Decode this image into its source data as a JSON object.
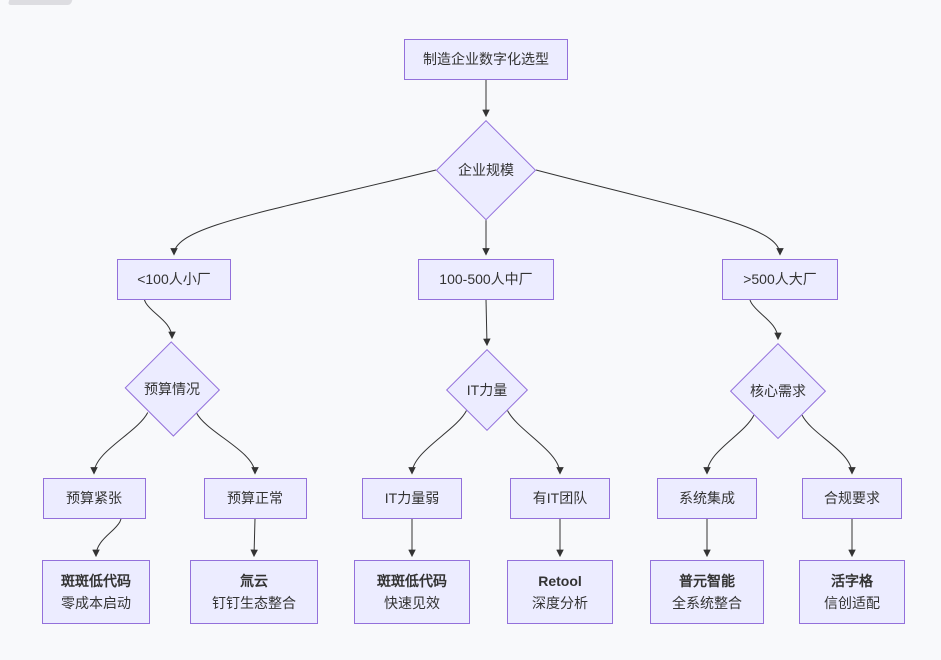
{
  "diagram": {
    "title": "制造企业数字化选型",
    "colors": {
      "background": "#f8f9fb",
      "node_fill": "#ECECFF",
      "node_border": "#9370DB",
      "edge": "#333333",
      "text": "#333333"
    }
  },
  "nodes": [
    {
      "id": "root",
      "shape": "rect",
      "label": "制造企业数字化选型"
    },
    {
      "id": "scale",
      "shape": "diamond",
      "label": "企业规模"
    },
    {
      "id": "small",
      "shape": "rect",
      "label": "<100人小厂"
    },
    {
      "id": "mid",
      "shape": "rect",
      "label": "100-500人中厂"
    },
    {
      "id": "large",
      "shape": "rect",
      "label": ">500人大厂"
    },
    {
      "id": "budget",
      "shape": "diamond",
      "label": "预算情况"
    },
    {
      "id": "it",
      "shape": "diamond",
      "label": "IT力量"
    },
    {
      "id": "need",
      "shape": "diamond",
      "label": "核心需求"
    },
    {
      "id": "tight",
      "shape": "rect",
      "label": "预算紧张"
    },
    {
      "id": "normal",
      "shape": "rect",
      "label": "预算正常"
    },
    {
      "id": "weak",
      "shape": "rect",
      "label": "IT力量弱"
    },
    {
      "id": "team",
      "shape": "rect",
      "label": "有IT团队"
    },
    {
      "id": "integrate",
      "shape": "rect",
      "label": "系统集成"
    },
    {
      "id": "compliance",
      "shape": "rect",
      "label": "合规要求"
    },
    {
      "id": "leaf1",
      "shape": "leaf",
      "label": "斑斑低代码",
      "sublabel": "零成本启动"
    },
    {
      "id": "leaf2",
      "shape": "leaf",
      "label": "氚云",
      "sublabel": "钉钉生态整合"
    },
    {
      "id": "leaf3",
      "shape": "leaf",
      "label": "斑斑低代码",
      "sublabel": "快速见效"
    },
    {
      "id": "leaf4",
      "shape": "leaf",
      "label": "Retool",
      "sublabel": "深度分析"
    },
    {
      "id": "leaf5",
      "shape": "leaf",
      "label": "普元智能",
      "sublabel": "全系统整合"
    },
    {
      "id": "leaf6",
      "shape": "leaf",
      "label": "活字格",
      "sublabel": "信创适配"
    }
  ],
  "edges": [
    {
      "from": "root",
      "to": "scale"
    },
    {
      "from": "scale",
      "to": "small"
    },
    {
      "from": "scale",
      "to": "mid"
    },
    {
      "from": "scale",
      "to": "large"
    },
    {
      "from": "small",
      "to": "budget"
    },
    {
      "from": "mid",
      "to": "it"
    },
    {
      "from": "large",
      "to": "need"
    },
    {
      "from": "budget",
      "to": "tight"
    },
    {
      "from": "budget",
      "to": "normal"
    },
    {
      "from": "it",
      "to": "weak"
    },
    {
      "from": "it",
      "to": "team"
    },
    {
      "from": "need",
      "to": "integrate"
    },
    {
      "from": "need",
      "to": "compliance"
    },
    {
      "from": "tight",
      "to": "leaf1"
    },
    {
      "from": "normal",
      "to": "leaf2"
    },
    {
      "from": "weak",
      "to": "leaf3"
    },
    {
      "from": "team",
      "to": "leaf4"
    },
    {
      "from": "integrate",
      "to": "leaf5"
    },
    {
      "from": "compliance",
      "to": "leaf6"
    }
  ]
}
